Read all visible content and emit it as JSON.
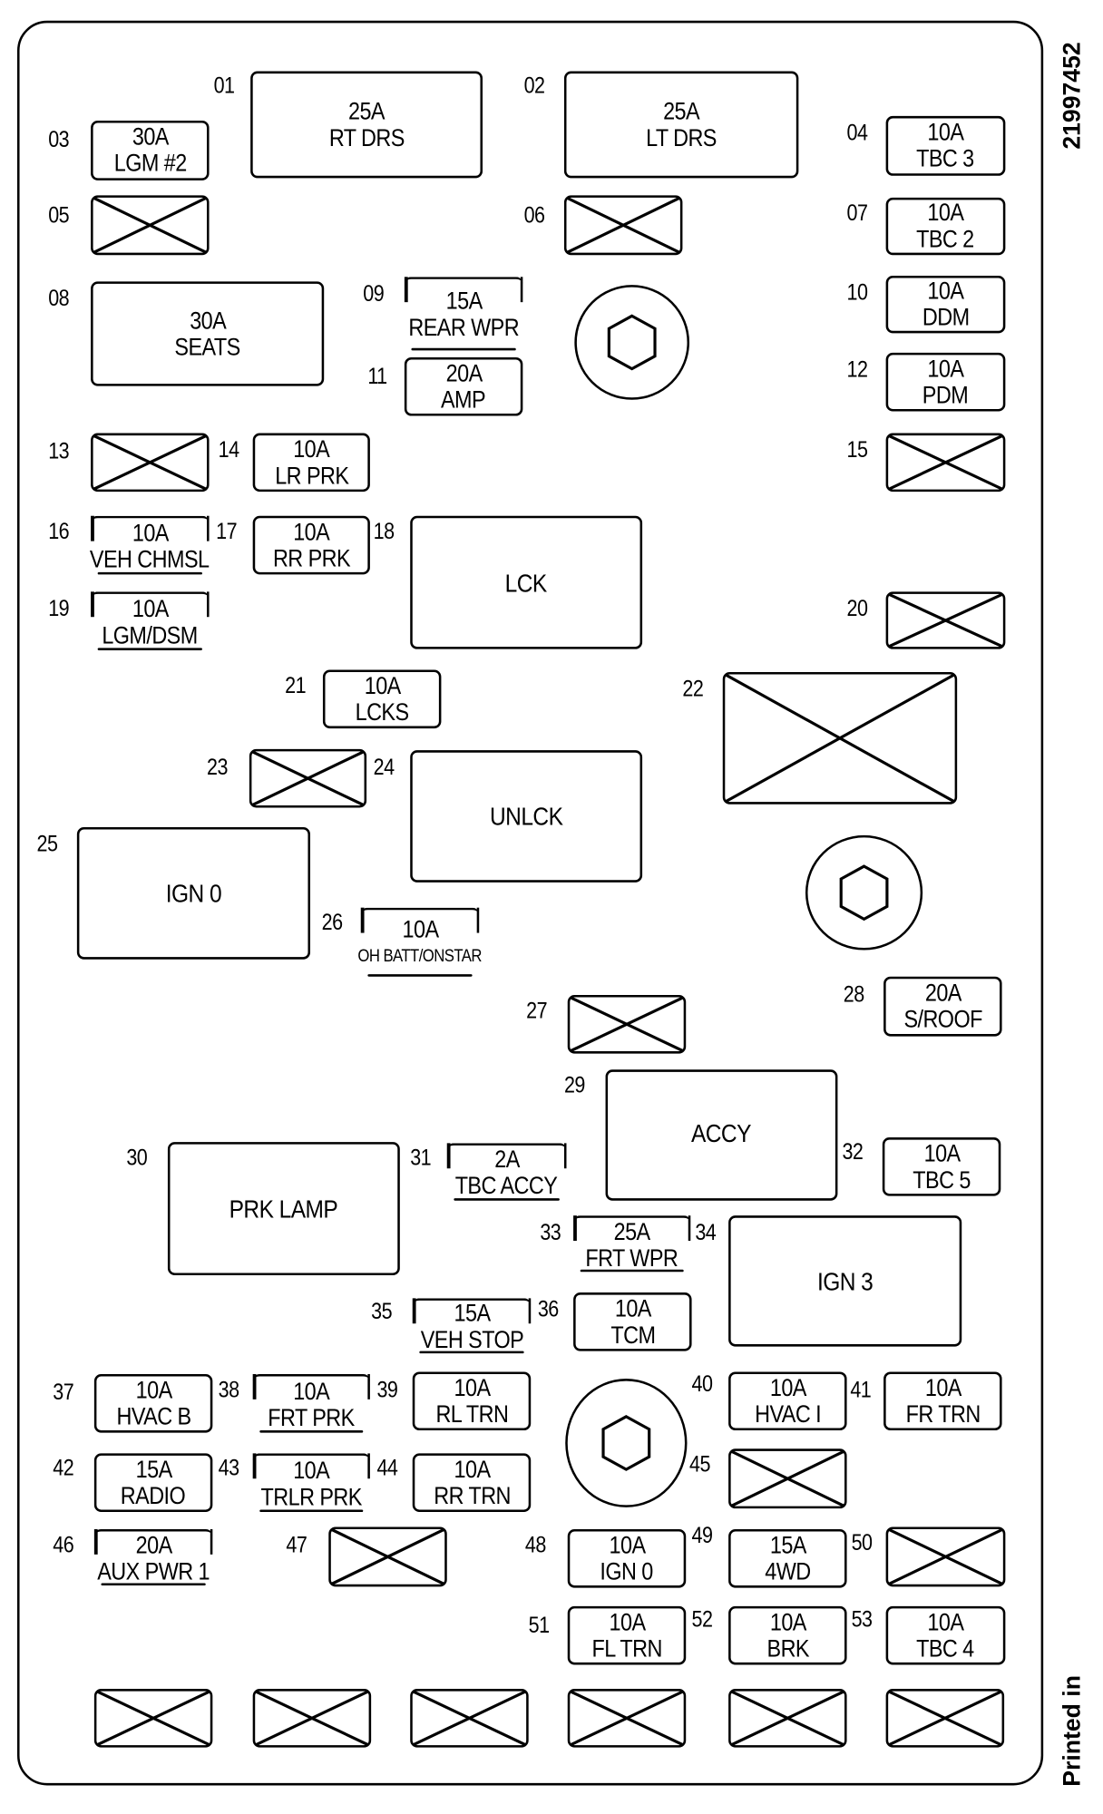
{
  "diagram_code": "21997452",
  "footer_text": "Printed in",
  "slots": [
    {
      "num": "01",
      "amps": "25A",
      "name": "RT DRS",
      "kind": "fuse"
    },
    {
      "num": "02",
      "amps": "25A",
      "name": "LT DRS",
      "kind": "fuse"
    },
    {
      "num": "03",
      "amps": "30A",
      "name": "LGM #2",
      "kind": "fuse"
    },
    {
      "num": "04",
      "amps": "10A",
      "name": "TBC 3",
      "kind": "fuse"
    },
    {
      "num": "05",
      "kind": "empty"
    },
    {
      "num": "06",
      "kind": "empty"
    },
    {
      "num": "07",
      "amps": "10A",
      "name": "TBC 2",
      "kind": "fuse"
    },
    {
      "num": "08",
      "amps": "30A",
      "name": "SEATS",
      "kind": "fuse"
    },
    {
      "num": "09",
      "amps": "15A",
      "name": "REAR WPR",
      "kind": "fuse"
    },
    {
      "num": "10",
      "amps": "10A",
      "name": "DDM",
      "kind": "fuse"
    },
    {
      "num": "11",
      "amps": "20A",
      "name": "AMP",
      "kind": "fuse"
    },
    {
      "num": "12",
      "amps": "10A",
      "name": "PDM",
      "kind": "fuse"
    },
    {
      "num": "13",
      "kind": "empty"
    },
    {
      "num": "14",
      "amps": "10A",
      "name": "LR PRK",
      "kind": "fuse"
    },
    {
      "num": "15",
      "kind": "empty"
    },
    {
      "num": "16",
      "amps": "10A",
      "name": "VEH CHMSL",
      "kind": "fuse"
    },
    {
      "num": "17",
      "amps": "10A",
      "name": "RR PRK",
      "kind": "fuse"
    },
    {
      "num": "18",
      "name": "LCK",
      "kind": "relay"
    },
    {
      "num": "19",
      "amps": "10A",
      "name": "LGM/DSM",
      "kind": "fuse"
    },
    {
      "num": "20",
      "kind": "empty"
    },
    {
      "num": "21",
      "amps": "10A",
      "name": "LCKS",
      "kind": "fuse"
    },
    {
      "num": "22",
      "kind": "empty"
    },
    {
      "num": "23",
      "kind": "empty"
    },
    {
      "num": "24",
      "name": "UNLCK",
      "kind": "relay"
    },
    {
      "num": "25",
      "name": "IGN 0",
      "kind": "relay"
    },
    {
      "num": "26",
      "amps": "10A",
      "name": "OH BATT/ONSTAR",
      "kind": "fuse"
    },
    {
      "num": "27",
      "kind": "empty"
    },
    {
      "num": "28",
      "amps": "20A",
      "name": "S/ROOF",
      "kind": "fuse"
    },
    {
      "num": "29",
      "name": "ACCY",
      "kind": "relay"
    },
    {
      "num": "30",
      "name": "PRK LAMP",
      "kind": "relay"
    },
    {
      "num": "31",
      "amps": "2A",
      "name": "TBC ACCY",
      "kind": "fuse"
    },
    {
      "num": "32",
      "amps": "10A",
      "name": "TBC 5",
      "kind": "fuse"
    },
    {
      "num": "33",
      "amps": "25A",
      "name": "FRT WPR",
      "kind": "fuse"
    },
    {
      "num": "34",
      "name": "IGN 3",
      "kind": "relay"
    },
    {
      "num": "35",
      "amps": "15A",
      "name": "VEH STOP",
      "kind": "fuse"
    },
    {
      "num": "36",
      "amps": "10A",
      "name": "TCM",
      "kind": "fuse"
    },
    {
      "num": "37",
      "amps": "10A",
      "name": "HVAC B",
      "kind": "fuse"
    },
    {
      "num": "38",
      "amps": "10A",
      "name": "FRT PRK",
      "kind": "fuse"
    },
    {
      "num": "39",
      "amps": "10A",
      "name": "RL TRN",
      "kind": "fuse"
    },
    {
      "num": "40",
      "amps": "10A",
      "name": "HVAC I",
      "kind": "fuse"
    },
    {
      "num": "41",
      "amps": "10A",
      "name": "FR TRN",
      "kind": "fuse"
    },
    {
      "num": "42",
      "amps": "15A",
      "name": "RADIO",
      "kind": "fuse"
    },
    {
      "num": "43",
      "amps": "10A",
      "name": "TRLR PRK",
      "kind": "fuse"
    },
    {
      "num": "44",
      "amps": "10A",
      "name": "RR TRN",
      "kind": "fuse"
    },
    {
      "num": "45",
      "kind": "empty"
    },
    {
      "num": "46",
      "amps": "20A",
      "name": "AUX PWR 1",
      "kind": "fuse"
    },
    {
      "num": "47",
      "kind": "empty"
    },
    {
      "num": "48",
      "amps": "10A",
      "name": "IGN 0",
      "kind": "fuse"
    },
    {
      "num": "49",
      "amps": "15A",
      "name": "4WD",
      "kind": "fuse"
    },
    {
      "num": "50",
      "kind": "empty"
    },
    {
      "num": "51",
      "amps": "10A",
      "name": "FL TRN",
      "kind": "fuse"
    },
    {
      "num": "52",
      "amps": "10A",
      "name": "BRK",
      "kind": "fuse"
    },
    {
      "num": "53",
      "amps": "10A",
      "name": "TBC 4",
      "kind": "fuse"
    }
  ],
  "bottom_spares": [
    {
      "kind": "empty"
    },
    {
      "kind": "empty"
    },
    {
      "kind": "empty"
    },
    {
      "kind": "empty"
    },
    {
      "kind": "empty"
    },
    {
      "kind": "empty"
    }
  ],
  "studs": [
    {
      "icon": "hex-bolt-icon"
    },
    {
      "icon": "hex-bolt-icon"
    },
    {
      "icon": "hex-bolt-icon"
    }
  ]
}
